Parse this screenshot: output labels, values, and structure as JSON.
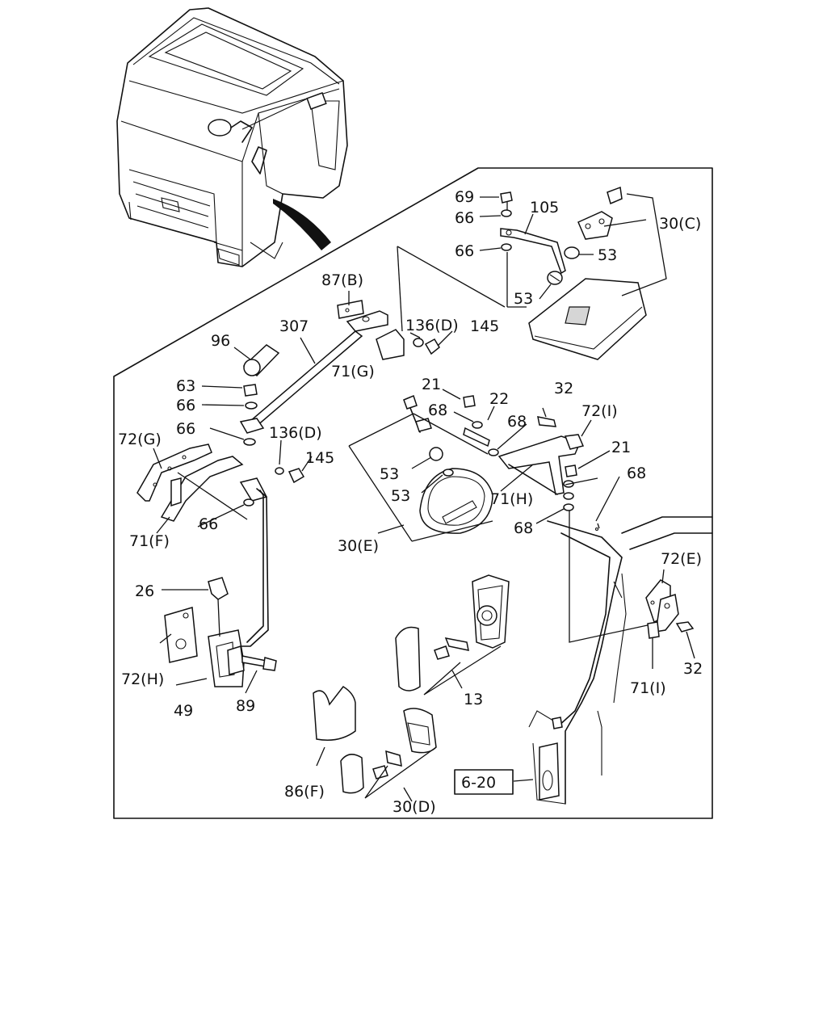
{
  "ref_box": "6-20",
  "labels": [
    {
      "id": "l105",
      "text": "105"
    },
    {
      "id": "l69",
      "text": "69"
    },
    {
      "id": "l66a",
      "text": "66"
    },
    {
      "id": "l66b",
      "text": "66"
    },
    {
      "id": "l30c",
      "text": "30(C)"
    },
    {
      "id": "l53a",
      "text": "53"
    },
    {
      "id": "l53b",
      "text": "53"
    },
    {
      "id": "l87b",
      "text": "87(B)"
    },
    {
      "id": "l136a",
      "text": "136(D)"
    },
    {
      "id": "l145a",
      "text": "145"
    },
    {
      "id": "l307",
      "text": "307"
    },
    {
      "id": "l96",
      "text": "96"
    },
    {
      "id": "l71g",
      "text": "71(G)"
    },
    {
      "id": "l63",
      "text": "63"
    },
    {
      "id": "l66c",
      "text": "66"
    },
    {
      "id": "l66d",
      "text": "66"
    },
    {
      "id": "l136b",
      "text": "136(D)"
    },
    {
      "id": "l145b",
      "text": "145"
    },
    {
      "id": "l72g",
      "text": "72(G)"
    },
    {
      "id": "l71f",
      "text": "71(F)"
    },
    {
      "id": "l66e",
      "text": "66"
    },
    {
      "id": "l21a",
      "text": "21"
    },
    {
      "id": "l68a",
      "text": "68"
    },
    {
      "id": "l22",
      "text": "22"
    },
    {
      "id": "l32a",
      "text": "32"
    },
    {
      "id": "l72i",
      "text": "72(I)"
    },
    {
      "id": "l68b",
      "text": "68"
    },
    {
      "id": "l21b",
      "text": "21"
    },
    {
      "id": "l68c",
      "text": "68"
    },
    {
      "id": "l53c",
      "text": "53"
    },
    {
      "id": "l53d",
      "text": "53"
    },
    {
      "id": "l71h",
      "text": "71(H)"
    },
    {
      "id": "l68d",
      "text": "68"
    },
    {
      "id": "l30e",
      "text": "30(E)"
    },
    {
      "id": "l72e",
      "text": "72(E)"
    },
    {
      "id": "l26",
      "text": "26"
    },
    {
      "id": "l32b",
      "text": "32"
    },
    {
      "id": "l71i",
      "text": "71(I)"
    },
    {
      "id": "l72h",
      "text": "72(H)"
    },
    {
      "id": "l13",
      "text": "13"
    },
    {
      "id": "l49",
      "text": "49"
    },
    {
      "id": "l89",
      "text": "89"
    },
    {
      "id": "l86f",
      "text": "86(F)"
    },
    {
      "id": "l30d",
      "text": "30(D)"
    }
  ]
}
